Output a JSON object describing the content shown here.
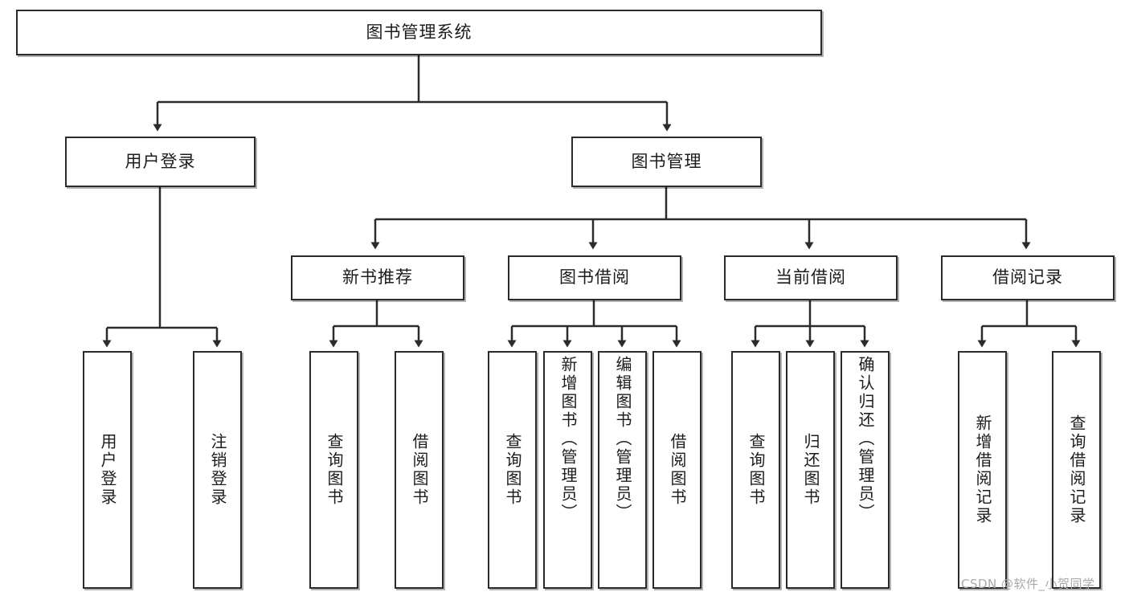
{
  "diagram": {
    "type": "tree-hierarchy-chart",
    "title": "图书管理系统",
    "orientation": "top-down",
    "box_fill": "#ffffff",
    "box_stroke": "#2b2b2b",
    "edge_color": "#2b2b2b"
  },
  "nodes": {
    "root": {
      "label": "图书管理系统",
      "level": 1
    },
    "level2": [
      {
        "id": "user-login",
        "label": "用户登录"
      },
      {
        "id": "book-manage",
        "label": "图书管理"
      }
    ],
    "level3": [
      {
        "id": "new-book-recommend",
        "label": "新书推荐"
      },
      {
        "id": "book-borrow",
        "label": "图书借阅"
      },
      {
        "id": "current-borrow",
        "label": "当前借阅"
      },
      {
        "id": "borrow-record",
        "label": "借阅记录"
      }
    ],
    "leaves": {
      "user-login": [
        {
          "id": "leaf-user-login",
          "label": "用户登录"
        },
        {
          "id": "leaf-logout-login",
          "label": "注销登录"
        }
      ],
      "new-book-recommend": [
        {
          "id": "leaf-query-book-1",
          "label": "查询图书"
        },
        {
          "id": "leaf-borrow-book-1",
          "label": "借阅图书"
        }
      ],
      "book-borrow": [
        {
          "id": "leaf-query-book-2",
          "label": "查询图书"
        },
        {
          "id": "leaf-add-book",
          "label": "新增图书（管理员）"
        },
        {
          "id": "leaf-edit-book",
          "label": "编辑图书（管理员）"
        },
        {
          "id": "leaf-borrow-book-2",
          "label": "借阅图书"
        }
      ],
      "current-borrow": [
        {
          "id": "leaf-query-book-3",
          "label": "查询图书"
        },
        {
          "id": "leaf-return-book",
          "label": "归还图书"
        },
        {
          "id": "leaf-confirm-return",
          "label": "确认归还（管理员）"
        }
      ],
      "borrow-record": [
        {
          "id": "leaf-add-record",
          "label": "新增借阅记录"
        },
        {
          "id": "leaf-query-record",
          "label": "查询借阅记录"
        }
      ]
    }
  },
  "watermark": {
    "text": "CSDN @软件_小贺同学"
  }
}
